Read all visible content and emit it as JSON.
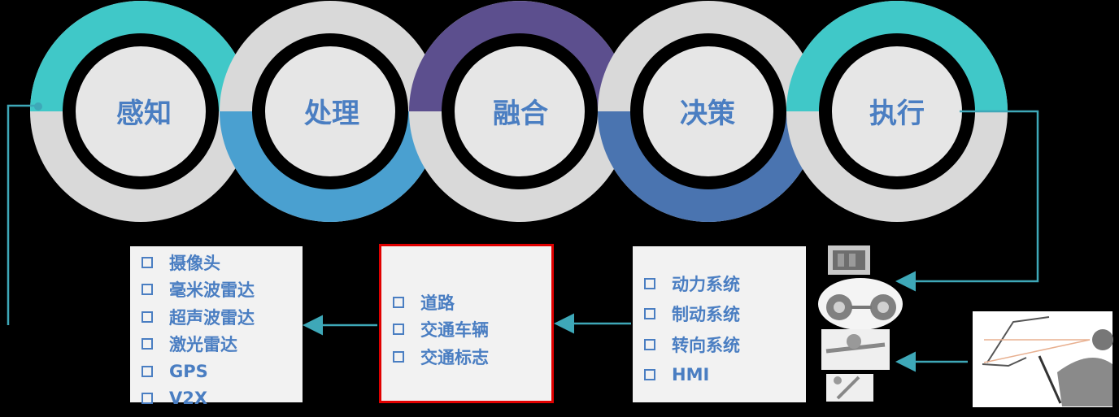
{
  "stages": [
    {
      "label": "感知",
      "color": "#40c8c8"
    },
    {
      "label": "处理",
      "color": "#4aa0d0"
    },
    {
      "label": "融合",
      "color": "#5c4f8e"
    },
    {
      "label": "决策",
      "color": "#4a74b0"
    },
    {
      "label": "执行",
      "color": "#40c8c8"
    }
  ],
  "sensors": {
    "items": [
      "摄像头",
      "毫米波雷达",
      "超声波雷达",
      "激光雷达",
      "GPS",
      "V2X"
    ]
  },
  "environment": {
    "items": [
      "道路",
      "交通车辆",
      "交通标志"
    ]
  },
  "actuators": {
    "items": [
      "动力系统",
      "制动系统",
      "转向系统",
      "HMI"
    ]
  },
  "colors": {
    "ring_grey": "#d9d9d9",
    "ring_inner": "#e6e6e6",
    "label": "#4a7ec2",
    "connector": "#3ea8b8",
    "highlight_border": "#e00000"
  },
  "icons": [
    "engine-icon",
    "suspension-icon",
    "steering-system-icon",
    "driver-hmi-icon"
  ]
}
